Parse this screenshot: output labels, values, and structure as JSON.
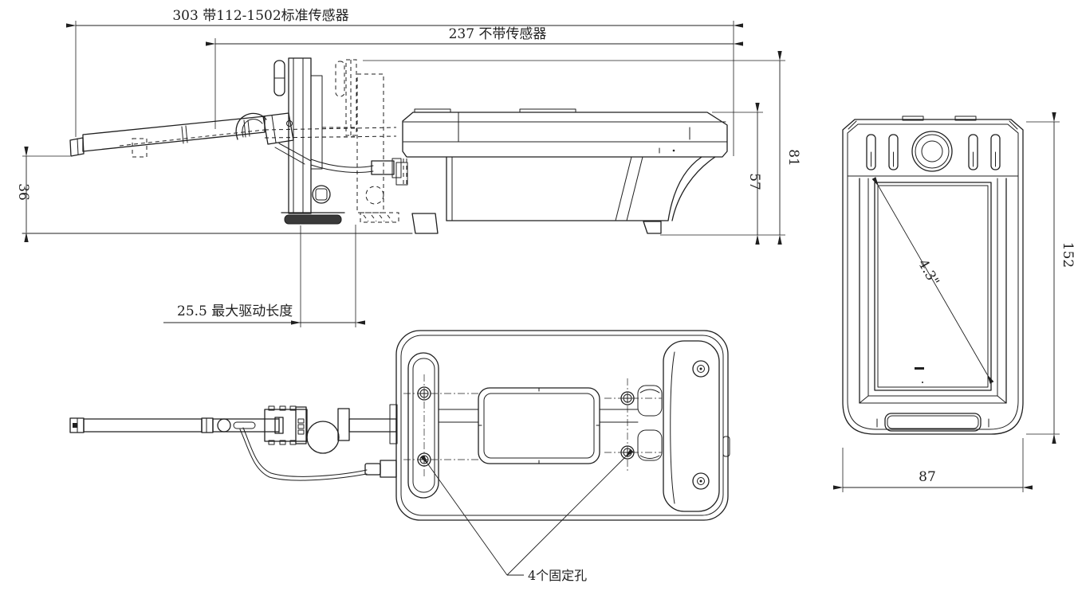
{
  "drawing": {
    "background": "#ffffff",
    "line_color": "#1f1f1f"
  },
  "dimensions": {
    "overall_length_with_sensor": "303 带112-1502标准传感器",
    "length_without_sensor": "237 不带传感器",
    "probe_tip_height": "36",
    "max_drive_length": "25.5 最大驱动长度",
    "body_height": "57",
    "overall_height": "81",
    "front_height": "152",
    "front_width": "87",
    "screen_diagonal": "4.3\""
  },
  "annotations": {
    "fixing_holes_label": "4个固定孔"
  }
}
